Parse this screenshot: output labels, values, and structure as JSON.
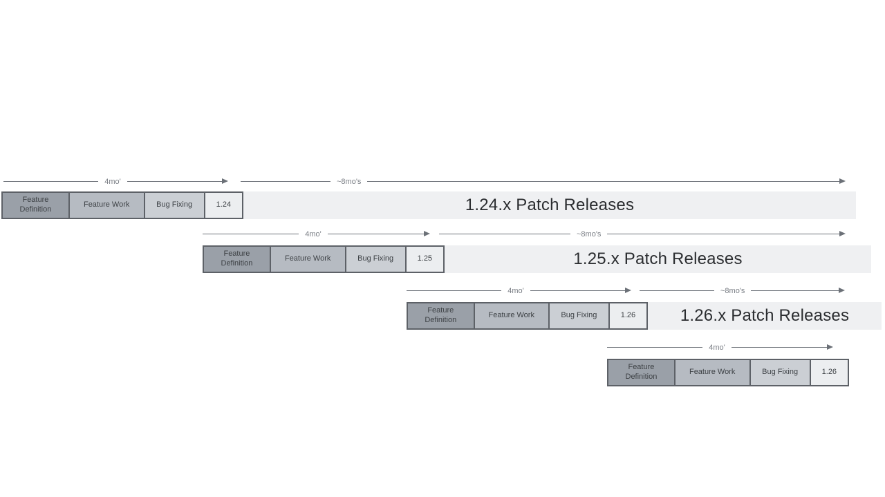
{
  "diagram": {
    "type": "release-cadence-timeline",
    "labels": {
      "feature_definition": "Feature Definition",
      "feature_work": "Feature Work",
      "bug_fixing": "Bug Fixing",
      "cycle_duration": "4mo'",
      "patch_duration": "~8mo's"
    },
    "rows": [
      {
        "version": "1.24",
        "patch_label": "1.24.x Patch Releases"
      },
      {
        "version": "1.25",
        "patch_label": "1.25.x Patch Releases"
      },
      {
        "version": "1.26",
        "patch_label": "1.26.x Patch Releases"
      },
      {
        "version": "1.26",
        "patch_label": ""
      }
    ]
  },
  "colors": {
    "page-bg": "#ffffff",
    "arrow": "#6b7077",
    "dur-label": "#797d84",
    "box-border": "#5d6167",
    "box-text": "#3d4145",
    "phase-feature-definition": "#9aa0a8",
    "phase-feature-work": "#b6bbc2",
    "phase-bug-fixing": "#cbcfd4",
    "phase-version": "#eceef0",
    "patch-bar": "#eff0f2",
    "patch-text": "#2b2d30"
  }
}
